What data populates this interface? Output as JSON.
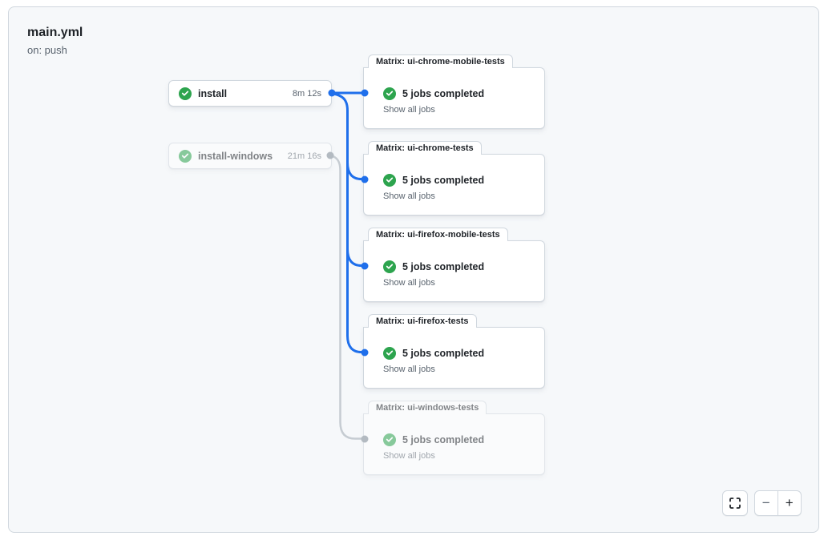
{
  "window": {
    "title": "main.yml",
    "trigger": "on: push"
  },
  "jobs": [
    {
      "label": "install",
      "duration": "8m 12s",
      "status": "success",
      "faded": false
    },
    {
      "label": "install-windows",
      "duration": "21m 16s",
      "status": "success",
      "faded": true
    }
  ],
  "matrix_groups": [
    {
      "label": "Matrix: ui-chrome-mobile-tests",
      "summary": "5 jobs completed",
      "link": "Show all jobs",
      "status": "success",
      "faded": false
    },
    {
      "label": "Matrix: ui-chrome-tests",
      "summary": "5 jobs completed",
      "link": "Show all jobs",
      "status": "success",
      "faded": false
    },
    {
      "label": "Matrix: ui-firefox-mobile-tests",
      "summary": "5 jobs completed",
      "link": "Show all jobs",
      "status": "success",
      "faded": false
    },
    {
      "label": "Matrix: ui-firefox-tests",
      "summary": "5 jobs completed",
      "link": "Show all jobs",
      "status": "success",
      "faded": false
    },
    {
      "label": "Matrix: ui-windows-tests",
      "summary": "5 jobs completed",
      "link": "Show all jobs",
      "status": "success",
      "faded": true
    }
  ],
  "controls": {
    "zoom_out": "−",
    "zoom_in": "+"
  },
  "colors": {
    "accent_blue": "#1f6feb",
    "success_green": "#2da44e",
    "edge_gray": "#c6ccd2",
    "panel_bg": "#f6f8fa",
    "border": "#d0d7de"
  }
}
